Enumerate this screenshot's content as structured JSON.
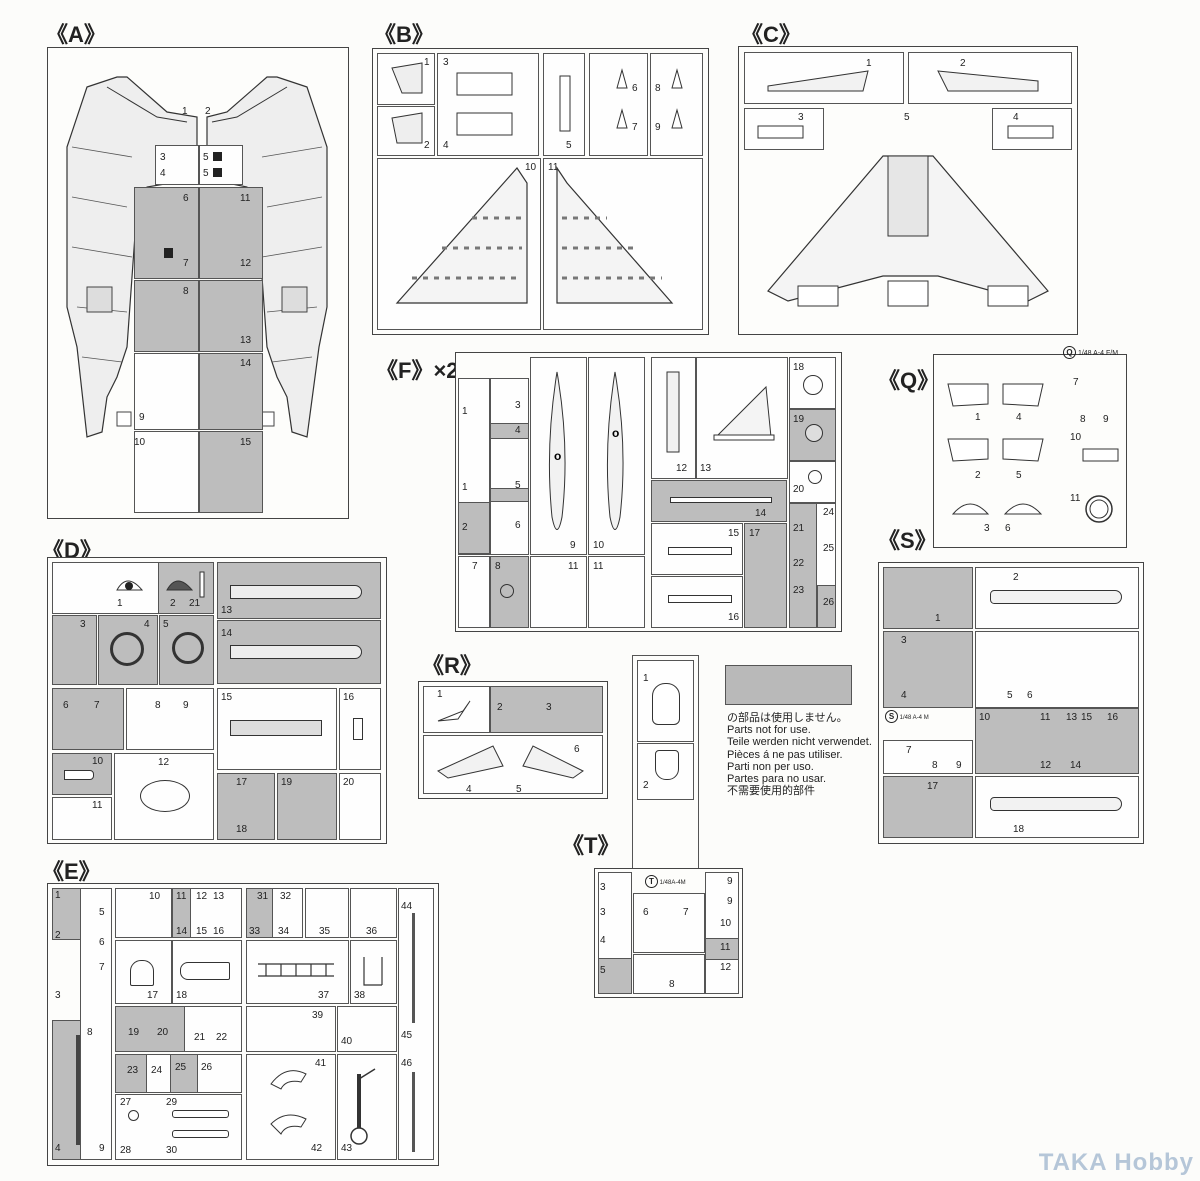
{
  "sprues": {
    "A": "《A》",
    "B": "《B》",
    "C": "《C》",
    "D": "《D》",
    "E": "《E》",
    "F": "《F》×2",
    "Q": "《Q》",
    "R": "《R》",
    "S": "《S》",
    "T": "《T》"
  },
  "q_tag": "1/48 A-4 F/M",
  "q_tag_letter": "Q",
  "s_tag": "1/48 A-4 M",
  "s_tag_letter": "S",
  "t_tag": "1/48A-4M",
  "t_tag_letter": "T",
  "notice": {
    "lines": [
      "の部品は使用しません。",
      "Parts not for use.",
      "Teile werden nicht verwendet.",
      "Pièces á ne pas utiliser.",
      "Parti non per uso.",
      "Partes para no usar.",
      "不需要使用的部件"
    ]
  },
  "watermark": "TAKA Hobby",
  "parts": {
    "A": [
      "1",
      "2",
      "3",
      "4",
      "5",
      "5",
      "6",
      "7",
      "8",
      "9",
      "10",
      "11",
      "12",
      "13",
      "14",
      "15"
    ],
    "B": [
      "1",
      "2",
      "3",
      "4",
      "5",
      "6",
      "7",
      "8",
      "9",
      "10",
      "11"
    ],
    "C": [
      "1",
      "2",
      "3",
      "4",
      "5"
    ],
    "D": [
      "1",
      "2",
      "21",
      "13",
      "3",
      "4",
      "5",
      "14",
      "6",
      "7",
      "8",
      "9",
      "15",
      "16",
      "10",
      "12",
      "17",
      "18",
      "19",
      "20",
      "11"
    ],
    "E": [
      "1",
      "5",
      "2",
      "6",
      "7",
      "3",
      "8",
      "4",
      "9",
      "10",
      "11",
      "12",
      "13",
      "14",
      "15",
      "16",
      "31",
      "32",
      "33",
      "34",
      "35",
      "36",
      "17",
      "18",
      "37",
      "38",
      "19",
      "20",
      "21",
      "22",
      "39",
      "40",
      "23",
      "24",
      "25",
      "26",
      "41",
      "27",
      "28",
      "29",
      "30",
      "42",
      "43",
      "44",
      "45",
      "46"
    ],
    "F": [
      "1",
      "3",
      "4",
      "1",
      "5",
      "2",
      "6",
      "9",
      "10",
      "12",
      "13",
      "18",
      "19",
      "20",
      "14",
      "15",
      "16",
      "17",
      "21",
      "22",
      "23",
      "24",
      "25",
      "26",
      "7",
      "8",
      "11",
      "11"
    ],
    "Q": [
      "7",
      "8",
      "9",
      "1",
      "4",
      "10",
      "2",
      "5",
      "11",
      "3",
      "6"
    ],
    "R": [
      "1",
      "2",
      "3",
      "4",
      "5",
      "6"
    ],
    "S": [
      "1",
      "2",
      "3",
      "4",
      "5",
      "6",
      "10",
      "11",
      "13",
      "15",
      "16",
      "7",
      "8",
      "9",
      "12",
      "14",
      "17",
      "18"
    ],
    "T": [
      "1",
      "2",
      "3",
      "3",
      "4",
      "5",
      "6",
      "7",
      "8",
      "9",
      "9",
      "10",
      "11",
      "12"
    ]
  }
}
